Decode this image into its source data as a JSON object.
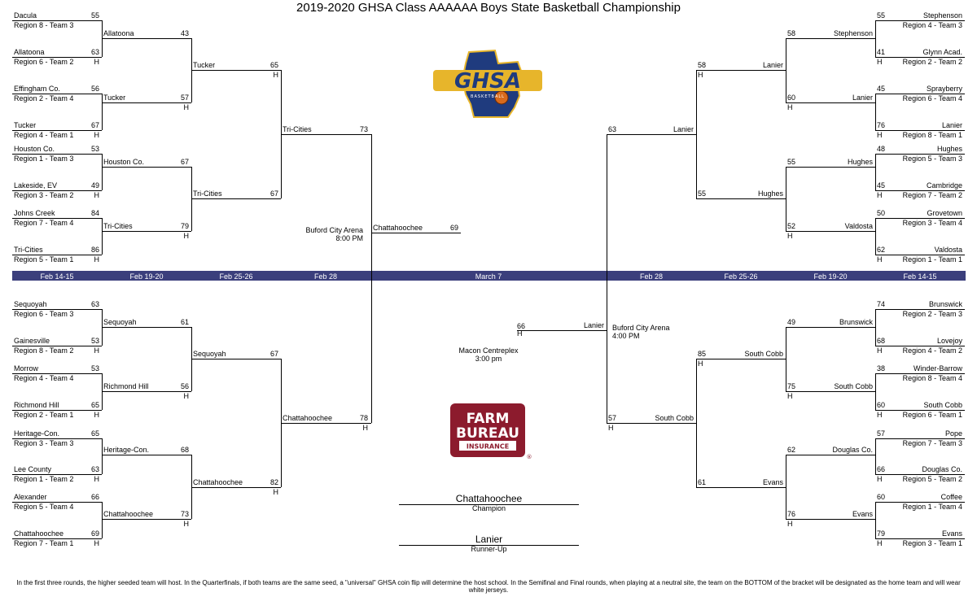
{
  "title": "2019-2020 GHSA Class AAAAAA Boys State Basketball Championship",
  "dates": {
    "left": [
      "Feb 14-15",
      "Feb 19-20",
      "Feb 25-26",
      "Feb 28"
    ],
    "center": "March 7",
    "right": [
      "Feb 28",
      "Feb 25-26",
      "Feb 19-20",
      "Feb 14-15"
    ]
  },
  "first_round": {
    "left_top": [
      {
        "team": "Dacula",
        "seed": "Region 8 - Team 3",
        "score": "55",
        "home": ""
      },
      {
        "team": "Allatoona",
        "seed": "Region 6 - Team 2",
        "score": "63",
        "home": "H"
      },
      {
        "team": "Effingham Co.",
        "seed": "Region 2 - Team 4",
        "score": "56",
        "home": ""
      },
      {
        "team": "Tucker",
        "seed": "Region 4 - Team 1",
        "score": "67",
        "home": "H"
      },
      {
        "team": "Houston Co.",
        "seed": "Region 1 - Team 3",
        "score": "53",
        "home": ""
      },
      {
        "team": "Lakeside, EV",
        "seed": "Region 3 - Team 2",
        "score": "49",
        "home": "H"
      },
      {
        "team": "Johns Creek",
        "seed": "Region 7 - Team 4",
        "score": "84",
        "home": ""
      },
      {
        "team": "Tri-Cities",
        "seed": "Region 5 - Team 1",
        "score": "86",
        "home": "H"
      }
    ],
    "left_bottom": [
      {
        "team": "Sequoyah",
        "seed": "Region 6 - Team 3",
        "score": "63",
        "home": ""
      },
      {
        "team": "Gainesville",
        "seed": "Region 8 - Team 2",
        "score": "53",
        "home": "H"
      },
      {
        "team": "Morrow",
        "seed": "Region 4 - Team 4",
        "score": "53",
        "home": ""
      },
      {
        "team": "Richmond Hill",
        "seed": "Region 2 - Team 1",
        "score": "65",
        "home": "H"
      },
      {
        "team": "Heritage-Con.",
        "seed": "Region 3 - Team 3",
        "score": "65",
        "home": ""
      },
      {
        "team": "Lee County",
        "seed": "Region 1 - Team 2",
        "score": "63",
        "home": "H"
      },
      {
        "team": "Alexander",
        "seed": "Region 5 - Team 4",
        "score": "66",
        "home": ""
      },
      {
        "team": "Chattahoochee",
        "seed": "Region 7 - Team 1",
        "score": "69",
        "home": "H"
      }
    ],
    "right_top": [
      {
        "team": "Stephenson",
        "seed": "Region 4 - Team 3",
        "score": "55",
        "home": ""
      },
      {
        "team": "Glynn Acad.",
        "seed": "Region 2 - Team 2",
        "score": "41",
        "home": "H"
      },
      {
        "team": "Sprayberry",
        "seed": "Region  6 - Team 4",
        "score": "45",
        "home": ""
      },
      {
        "team": "Lanier",
        "seed": "Region 8 - Team 1",
        "score": "76",
        "home": "H"
      },
      {
        "team": "Hughes",
        "seed": "Region 5 - Team 3",
        "score": "48",
        "home": ""
      },
      {
        "team": "Cambridge",
        "seed": "Region 7 - Team 2",
        "score": "45",
        "home": "H"
      },
      {
        "team": "Grovetown",
        "seed": "Region 3 - Team 4",
        "score": "50",
        "home": ""
      },
      {
        "team": "Valdosta",
        "seed": "Region 1 - Team 1",
        "score": "62",
        "home": "H"
      }
    ],
    "right_bottom": [
      {
        "team": "Brunswick",
        "seed": "Region 2 - Team 3",
        "score": "74",
        "home": ""
      },
      {
        "team": "Lovejoy",
        "seed": "Region 4 - Team 2",
        "score": "68",
        "home": "H"
      },
      {
        "team": "Winder-Barrow",
        "seed": "Region 8 - Team 4",
        "score": "38",
        "home": ""
      },
      {
        "team": "South Cobb",
        "seed": "Region 6 - Team 1",
        "score": "60",
        "home": "H"
      },
      {
        "team": "Pope",
        "seed": "Region 7 - Team 3",
        "score": "57",
        "home": ""
      },
      {
        "team": "Douglas Co.",
        "seed": "Region 5 - Team 2",
        "score": "66",
        "home": "H"
      },
      {
        "team": "Coffee",
        "seed": "Region 1 - Team 4",
        "score": "60",
        "home": ""
      },
      {
        "team": "Evans",
        "seed": "Region 3 - Team 1",
        "score": "79",
        "home": "H"
      }
    ]
  },
  "second_round": {
    "left_top": [
      {
        "team": "Allatoona",
        "score": "43",
        "home": ""
      },
      {
        "team": "Tucker",
        "score": "57",
        "home": "H"
      },
      {
        "team": "Houston Co.",
        "score": "67",
        "home": ""
      },
      {
        "team": "Tri-Cities",
        "score": "79",
        "home": "H"
      }
    ],
    "left_bottom": [
      {
        "team": "Sequoyah",
        "score": "61",
        "home": ""
      },
      {
        "team": "Richmond Hill",
        "score": "56",
        "home": "H"
      },
      {
        "team": "Heritage-Con.",
        "score": "68",
        "home": ""
      },
      {
        "team": "Chattahoochee",
        "score": "73",
        "home": "H"
      }
    ],
    "right_top": [
      {
        "team": "Stephenson",
        "score": "58",
        "home": ""
      },
      {
        "team": "Lanier",
        "score": "60",
        "home": "H"
      },
      {
        "team": "Hughes",
        "score": "55",
        "home": ""
      },
      {
        "team": "Valdosta",
        "score": "52",
        "home": "H"
      }
    ],
    "right_bottom": [
      {
        "team": "Brunswick",
        "score": "49",
        "home": ""
      },
      {
        "team": "South Cobb",
        "score": "75",
        "home": "H"
      },
      {
        "team": "Douglas Co.",
        "score": "62",
        "home": ""
      },
      {
        "team": "Evans",
        "score": "76",
        "home": "H"
      }
    ]
  },
  "quarterfinals": {
    "left_top": [
      {
        "team": "Tucker",
        "score": "65",
        "home": "H"
      },
      {
        "team": "Tri-Cities",
        "score": "67",
        "home": ""
      }
    ],
    "left_bottom": [
      {
        "team": "Sequoyah",
        "score": "67",
        "home": ""
      },
      {
        "team": "Chattahoochee",
        "score": "82",
        "home": "H"
      }
    ],
    "right_top": [
      {
        "team": "Lanier",
        "score": "58",
        "home": "H"
      },
      {
        "team": "Hughes",
        "score": "55",
        "home": ""
      }
    ],
    "right_bottom": [
      {
        "team": "South Cobb",
        "score": "85",
        "home": "H"
      },
      {
        "team": "Evans",
        "score": "61",
        "home": ""
      }
    ]
  },
  "semifinals": {
    "left": [
      {
        "team": "Tri-Cities",
        "score": "73",
        "home": ""
      },
      {
        "team": "Chattahoochee",
        "score": "78",
        "home": "H"
      }
    ],
    "right": [
      {
        "team": "Lanier",
        "score": "63",
        "home": ""
      },
      {
        "team": "South Cobb",
        "score": "57",
        "home": "H"
      }
    ]
  },
  "final": {
    "left": {
      "team": "Chattahoochee",
      "score": "69",
      "home": ""
    },
    "right": {
      "team": "Lanier",
      "score": "66",
      "home": "H"
    }
  },
  "venues": {
    "left_semi": {
      "name": "Buford City Arena",
      "time": "8:00 PM"
    },
    "right_semi": {
      "name": "Buford City Arena",
      "time": "4:00 PM"
    },
    "final": {
      "name": "Macon Centreplex",
      "time": "3:00 pm"
    }
  },
  "results": {
    "champion": "Chattahoochee",
    "champion_label": "Champion",
    "runner_up": "Lanier",
    "runner_up_label": "Runner-Up"
  },
  "logos": {
    "ghsa": {
      "text": "GHSA",
      "subtext": "BASKETBALL",
      "colors": {
        "blue": "#1f3b7e",
        "gold": "#e7b52b",
        "orange": "#d86a1c"
      }
    },
    "farm_bureau": {
      "line1": "FARM",
      "line2": "BUREAU",
      "line3": "INSURANCE",
      "mark": "®",
      "color": "#8c1b2d"
    }
  },
  "date_bar_color": "#3b3f7c",
  "footnote": "In the first three rounds, the higher seeded team will host. In the Quarterfinals, if both teams are the same seed, a \"universal\" GHSA coin flip will determine the host school. In the Semifinal and Final rounds, when playing at a neutral site, the team on the BOTTOM of the bracket will be designated as the home team and will wear white jerseys."
}
